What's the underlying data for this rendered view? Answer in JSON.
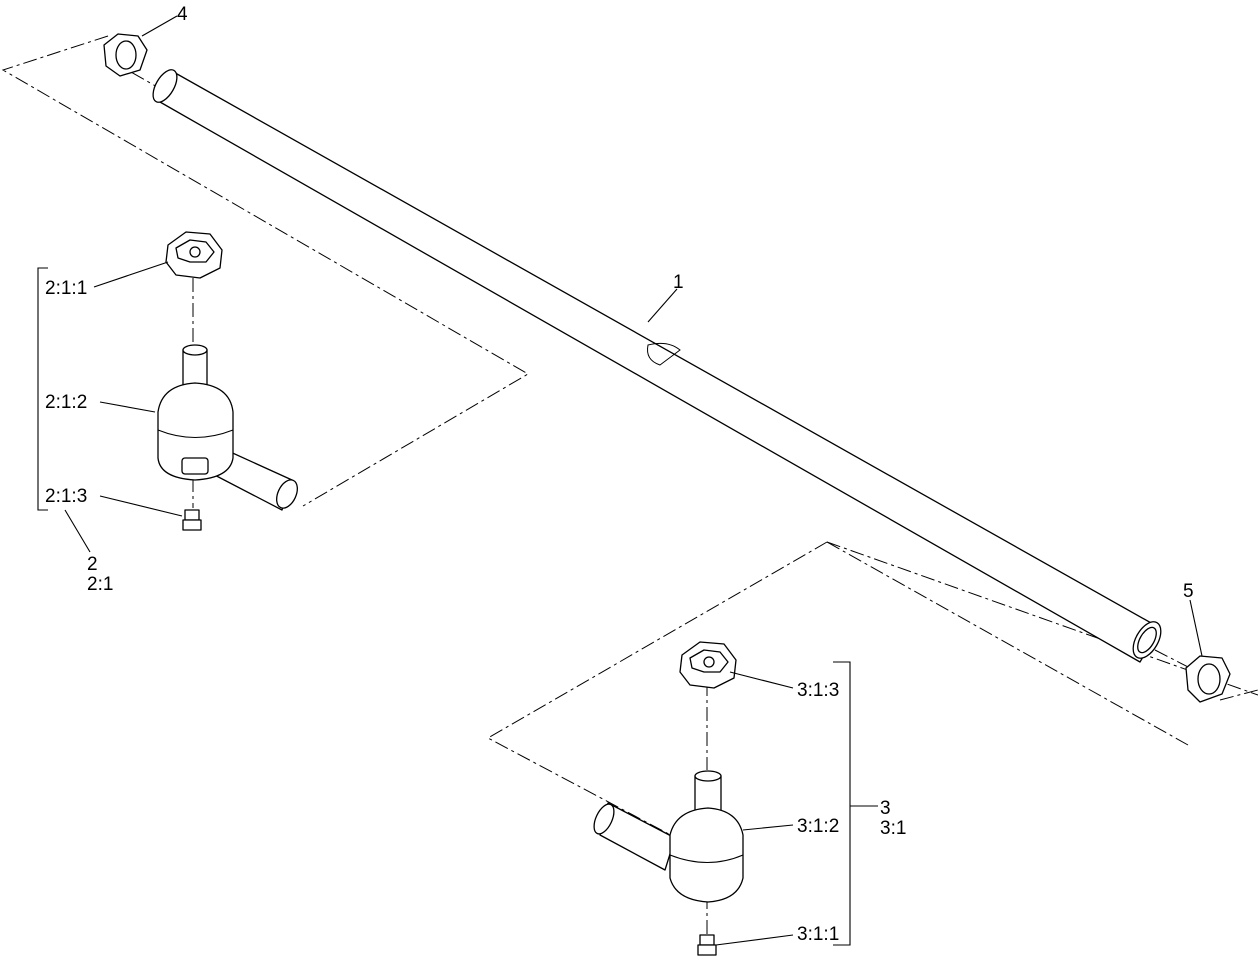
{
  "diagram": {
    "callouts": {
      "c1": "1",
      "c4": "4",
      "c5": "5",
      "c2": "2",
      "c2_1": "2:1",
      "c2_1_1": "2:1:1",
      "c2_1_2": "2:1:2",
      "c2_1_3": "2:1:3",
      "c3": "3",
      "c3_1": "3:1",
      "c3_1_1": "3:1:1",
      "c3_1_2": "3:1:2",
      "c3_1_3": "3:1:3"
    }
  }
}
